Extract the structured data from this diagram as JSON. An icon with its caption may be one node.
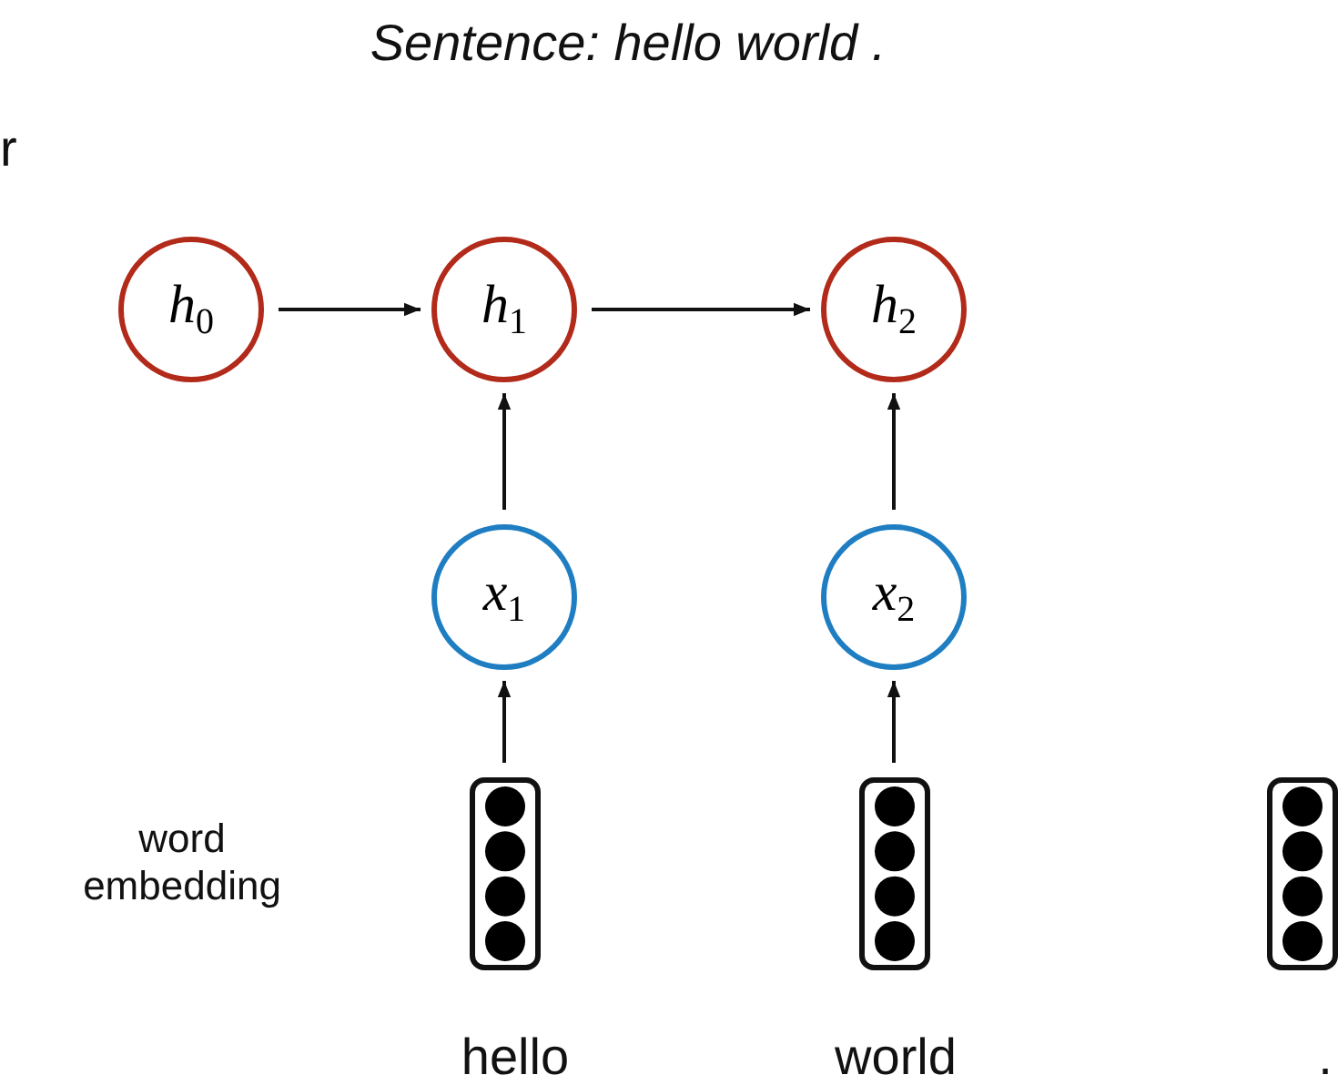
{
  "diagram": {
    "title": "Sentence: hello world .",
    "nodes": [
      {
        "text": [
          "*h*$_{0}$"
        ]
      },
      {
        "text": [
          "*h*$_{1}$"
        ]
      },
      {
        "text": [
          "*h*$_{2}$"
        ]
      },
      {
        "text": [
          "*x*$_{1}$"
        ]
      },
      {
        "text": [
          "*x*$_{2}$"
        ]
      },
      {
        "text": [],
        "shape": "box"
      },
      {
        "text": [],
        "shape": "box"
      },
      {
        "text": [],
        "shape": "box"
      }
    ],
    "edges": [
      {
        "from": 0,
        "to": 1,
        "arrow": "to"
      },
      {
        "from": 1,
        "to": 2,
        "arrow": "to"
      },
      {
        "from": 3,
        "to": 1,
        "arrow": "to"
      },
      {
        "from": 4,
        "to": 2,
        "arrow": "to"
      },
      {
        "from": 5,
        "to": 3,
        "arrow": "to"
      },
      {
        "from": 6,
        "to": 4,
        "arrow": "to"
      }
    ],
    "labels": [
      "r",
      "word embedding",
      "hello",
      "world",
      "."
    ]
  }
}
